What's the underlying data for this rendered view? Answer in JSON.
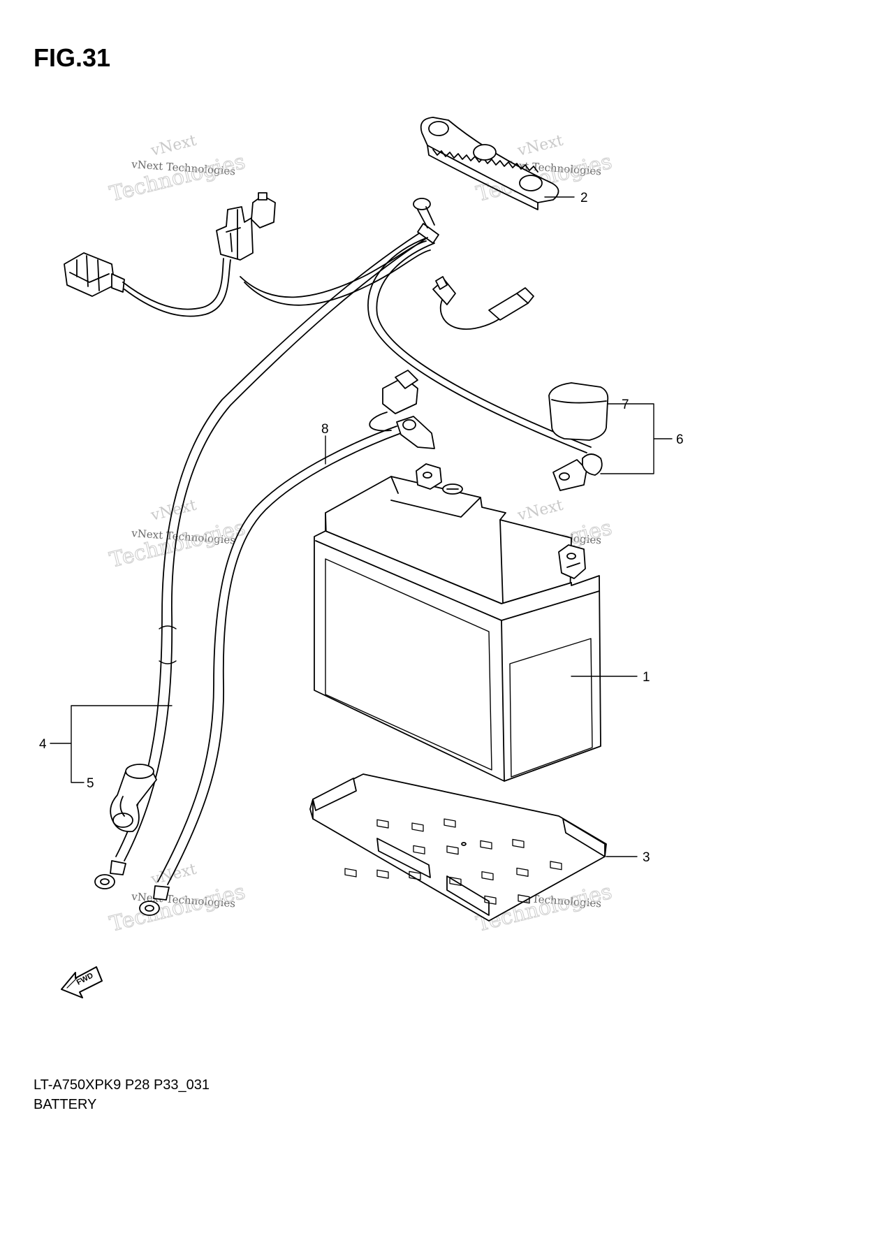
{
  "figure": {
    "title": "FIG.31"
  },
  "footer": {
    "model_code": "LT-A750XPK9 P28 P33_031",
    "part_group": "BATTERY"
  },
  "watermark": {
    "line1": "vNext",
    "line2": "vNext Technologies",
    "line3": "Technologies"
  },
  "callouts": [
    {
      "number": "1",
      "part": "battery"
    },
    {
      "number": "2",
      "part": "battery-band"
    },
    {
      "number": "3",
      "part": "battery-tray"
    },
    {
      "number": "4",
      "part": "positive-cable"
    },
    {
      "number": "5",
      "part": "terminal-cover"
    },
    {
      "number": "6",
      "part": "battery-lead-assembly"
    },
    {
      "number": "7",
      "part": "cap"
    },
    {
      "number": "8",
      "part": "negative-cable"
    }
  ],
  "fwd_arrow": {
    "label": "FWD"
  }
}
